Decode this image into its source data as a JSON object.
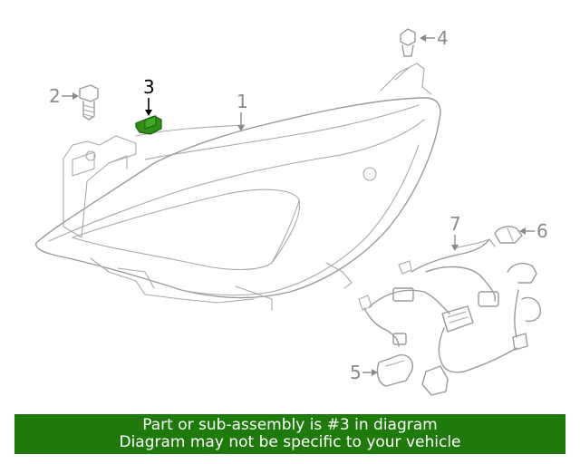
{
  "diagram": {
    "callouts": [
      {
        "id": "1",
        "label": "1",
        "highlighted": false
      },
      {
        "id": "2",
        "label": "2",
        "highlighted": false
      },
      {
        "id": "3",
        "label": "3",
        "highlighted": true
      },
      {
        "id": "4",
        "label": "4",
        "highlighted": false
      },
      {
        "id": "5",
        "label": "5",
        "highlighted": false
      },
      {
        "id": "6",
        "label": "6",
        "highlighted": false
      },
      {
        "id": "7",
        "label": "7",
        "highlighted": false
      }
    ],
    "highlight_color": "#1f7a0c",
    "outline_color": "#9a9a9a"
  },
  "footer": {
    "line1": "Part or sub-assembly is #3 in diagram",
    "line2": "Diagram may not be specific to your vehicle",
    "background_color": "#1f7a0c"
  }
}
